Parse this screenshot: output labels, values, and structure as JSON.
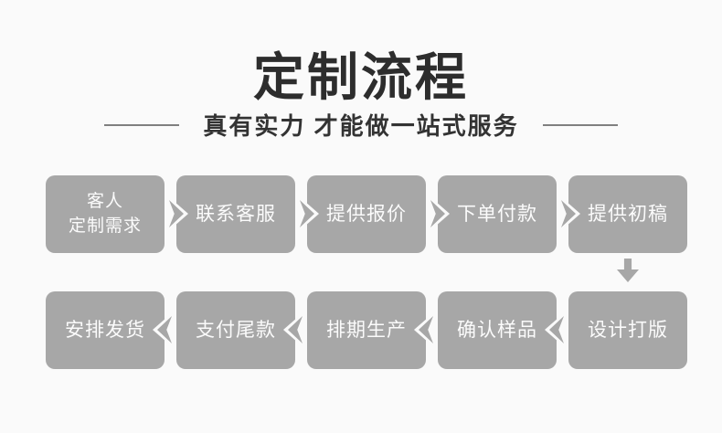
{
  "header": {
    "title": "定制流程",
    "subtitle": "真有实力 才能做一站式服务"
  },
  "colors": {
    "background": "#fafafa",
    "title_text": "#2d2d2d",
    "subtitle_text": "#333333",
    "divider_line": "#7f7f7f",
    "box_fill": "#a7a7a7",
    "box_text": "#fbfbfb",
    "arrow": "#a7a7a7"
  },
  "icons": {
    "row1_connector": "chevron-right-arrow",
    "row2_connector": "chevron-left-arrow",
    "row_link": "arrow-down"
  },
  "flow": {
    "row1": {
      "direction": "left-to-right",
      "steps": [
        {
          "lines": [
            "客人",
            "定制需求"
          ]
        },
        {
          "lines": [
            "联系客服"
          ]
        },
        {
          "lines": [
            "提供报价"
          ]
        },
        {
          "lines": [
            "下单付款"
          ]
        },
        {
          "lines": [
            "提供初稿"
          ]
        }
      ]
    },
    "row2": {
      "direction": "right-to-left",
      "steps": [
        {
          "lines": [
            "安排发货"
          ]
        },
        {
          "lines": [
            "支付尾款"
          ]
        },
        {
          "lines": [
            "排期生产"
          ]
        },
        {
          "lines": [
            "确认样品"
          ]
        },
        {
          "lines": [
            "设计打版"
          ]
        }
      ]
    }
  }
}
